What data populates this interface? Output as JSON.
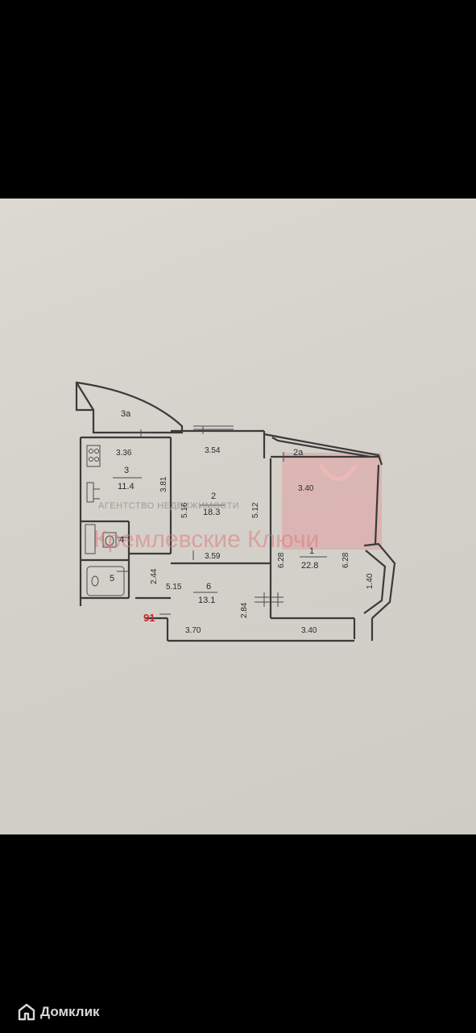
{
  "plan": {
    "apartment_number": "91",
    "rooms": [
      {
        "id": "1",
        "area": "22.8"
      },
      {
        "id": "2",
        "area": "18.3"
      },
      {
        "id": "3",
        "area": "11.4"
      },
      {
        "id": "4"
      },
      {
        "id": "5"
      },
      {
        "id": "6",
        "area": "13.1"
      },
      {
        "id": "2a"
      },
      {
        "id": "3a"
      }
    ],
    "dimensions": {
      "d_3_36": "3.36",
      "d_3_81": "3.81",
      "d_3_54": "3.54",
      "d_5_16": "5.16",
      "d_5_12": "5.12",
      "d_3_59": "3.59",
      "d_3_40_top": "3.40",
      "d_6_28_left": "6.28",
      "d_6_28_right": "6.28",
      "d_1_40": "1.40",
      "d_2_44": "2.44",
      "d_5_15": "5.15",
      "d_2_84": "2.84",
      "d_3_70": "3.70",
      "d_3_40_bottom": "3.40"
    }
  },
  "watermark": {
    "agency": "АГЕНТСТВО НЕДВИЖИМОСТИ",
    "brand": "Кремлевские Ключи"
  },
  "footer": {
    "brand": "Домклик"
  }
}
